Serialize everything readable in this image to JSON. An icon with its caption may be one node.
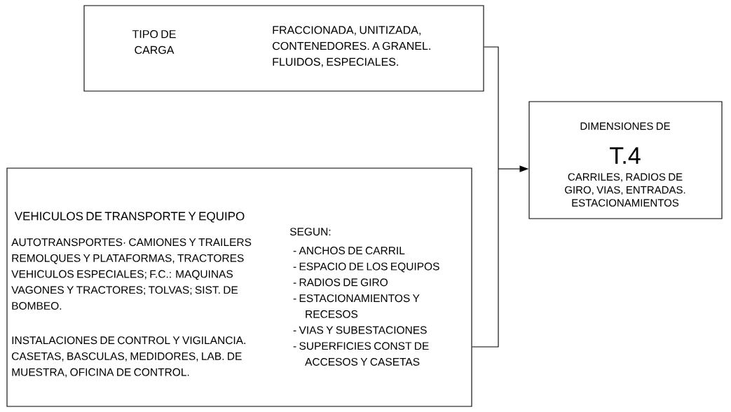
{
  "diagram": {
    "nodes": [
      {
        "text": [
          "TIPO DE CARGA",
          "FRACCIONADA, UNITIZADA, CONTENEDORES. A GRANEL. FLUIDOS, ESPECIALES."
        ]
      },
      {
        "text": [
          "VEHICULOS DE TRANSPORTE Y EQUIPO",
          "AUTOTRANSPORTES· CAMIONES Y TRAILERS REMOLQUES Y PLATAFORMAS, TRACTORES VEHICULOS ESPECIALES; F.C.: MAQUINAS VAGONES Y TRACTORES; TOLVAS; SIST. DE BOMBEO.",
          "INSTALACIONES DE CONTROL Y VIGILANCIA. CASETAS, BASCULAS, MEDIDORES, LAB. DE MUESTRA, OFICINA DE CONTROL.",
          "SEGUN:",
          "- ANCHOS DE CARRIL",
          "- ESPACIO DE LOS EQUIPOS",
          "- RADIOS DE GIRO",
          "- ESTACIONAMIENTOS Y RECESOS",
          "- VIAS Y SUBESTACIONES",
          "- SUPERFICIES CONST DE ACCESOS Y CASETAS"
        ]
      },
      {
        "text": [
          "DIMENSIONES DE",
          "T.4",
          "CARRILES, RADIOS DE GIRO, VIAS, ENTRADAS. ESTACIONAMIENTOS"
        ]
      }
    ],
    "edges": [
      {
        "from": 0,
        "to": 2,
        "arrow": "to"
      },
      {
        "from": 1,
        "to": 2,
        "arrow": "to"
      }
    ]
  }
}
